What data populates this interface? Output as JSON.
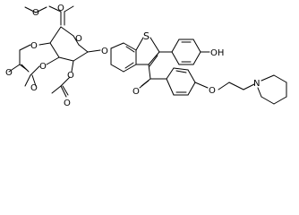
{
  "colors": {
    "ink": "#000000",
    "background": "#ffffff"
  },
  "labels": {
    "ester_o_upper": "O",
    "ester_o_methyl": "O",
    "ring_o": "O",
    "acetyl_o_1": "O",
    "acetyl_o_2": "O",
    "acetyl_o_3": "O",
    "acetyl_o_4": "O",
    "acetyl_o_5": "O",
    "acetyl_o_6": "O",
    "glycosidic_o": "O",
    "sulfur": "S",
    "hydroxyl": "OH",
    "ketone_o": "O",
    "ether_o": "O",
    "piperidine_n": "N"
  }
}
